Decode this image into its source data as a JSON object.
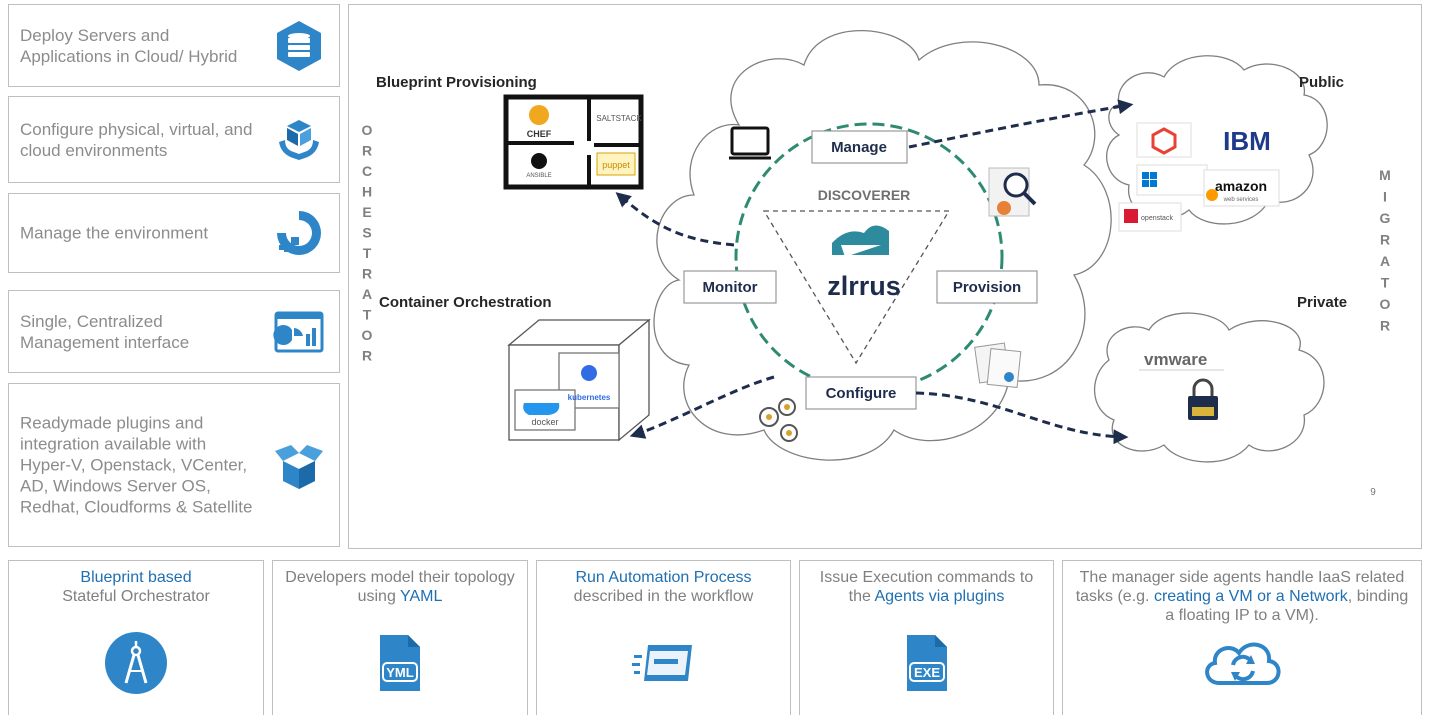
{
  "left_cards": [
    {
      "text": "Deploy Servers and Applications in Cloud/ Hybrid",
      "icon": "server-stack-icon"
    },
    {
      "text": "Configure physical, virtual, and cloud environments",
      "icon": "cube-hands-icon"
    },
    {
      "text": "Manage the environment",
      "icon": "digitalocean-icon"
    },
    {
      "text": "Single, Centralized Management interface",
      "icon": "dashboard-chart-icon"
    },
    {
      "text": "Readymade plugins and integration available with Hyper-V, Openstack, VCenter, AD, Windows Server OS, Redhat, Cloudforms & Satellite",
      "icon": "open-box-icon"
    }
  ],
  "diagram": {
    "blueprint_title": "Blueprint Provisioning",
    "container_title": "Container Orchestration",
    "public_title": "Public",
    "private_title": "Private",
    "orchestrator_label": "ORCHESTRATOR",
    "migrator_label": "MIGRATOR",
    "discoverer_label": "DISCOVERER",
    "center_logo_text": "zlrrus",
    "nodes": {
      "manage": "Manage",
      "monitor": "Monitor",
      "provision": "Provision",
      "configure": "Configure"
    },
    "tools": {
      "chef": "CHEF",
      "saltstack": "SALTSTACK",
      "ansible": "ANSIBLE",
      "puppet": "puppet",
      "kubernetes": "kubernetes",
      "docker": "docker"
    },
    "clouds": {
      "google": "Google Cloud Platform",
      "ibm": "IBM",
      "azure": "Microsoft Azure",
      "amazon": "amazon",
      "amazon_sub": "web services",
      "openstack": "openstack",
      "vmware": "vmware"
    },
    "page_number": "9"
  },
  "bottom_cards": [
    {
      "hl1": "Blueprint based",
      "t1": " Stateful Orchestrator",
      "hl2": "",
      "t2": "",
      "icon": "compass-icon"
    },
    {
      "hl1": "",
      "t1": "Developers model their topology using ",
      "hl2": "YAML",
      "t2": "",
      "icon": "yml-file-icon"
    },
    {
      "hl1": "Run Automation Process",
      "t1": " described in the workflow",
      "hl2": "",
      "t2": "",
      "icon": "browser-window-icon"
    },
    {
      "hl1": "",
      "t1": "Issue Execution commands to the ",
      "hl2": "Agents via plugins",
      "t2": "",
      "icon": "exe-file-icon"
    },
    {
      "hl1": "",
      "t1": "The manager side agents handle IaaS related tasks (e.g. ",
      "hl2": "creating a VM or a Network",
      "t2": ", binding a floating IP to a VM).",
      "icon": "cloud-sync-icon"
    }
  ],
  "file_icons": {
    "yml": "YML",
    "exe": "EXE"
  },
  "colors": {
    "accent_blue": "#1f6fb2",
    "icon_blue": "#2e86c8",
    "ring_green": "#2e8b72",
    "arrow_navy": "#1f2d4d"
  }
}
